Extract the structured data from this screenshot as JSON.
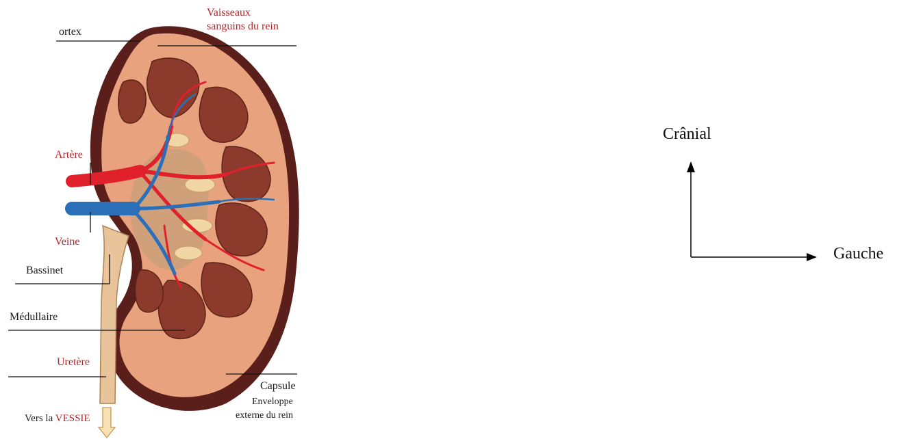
{
  "labels": {
    "cortex": "ortex",
    "vessels_line1": "Vaisseaux",
    "vessels_line2": "sanguins du rein",
    "artery": "Artère",
    "vein": "Veine",
    "pelvis": "Bassinet",
    "medulla": "Médullaire",
    "ureter": "Uretère",
    "capsule_line1": "Capsule",
    "capsule_line2": "Enveloppe",
    "capsule_line3": "externe du rein",
    "to_bladder_prefix": "Vers la",
    "to_bladder_word": "VESSIE"
  },
  "orientation": {
    "up": "Crânial",
    "right": "Gauche"
  },
  "colors": {
    "parenchyma": "#8c3a2c",
    "cortex": "#e8a27e",
    "capsule": "#5a1f1a",
    "artery": "#e0202a",
    "vein": "#2a6fb8",
    "calyx": "#f2d7a6",
    "label_red": "#b4262b"
  }
}
